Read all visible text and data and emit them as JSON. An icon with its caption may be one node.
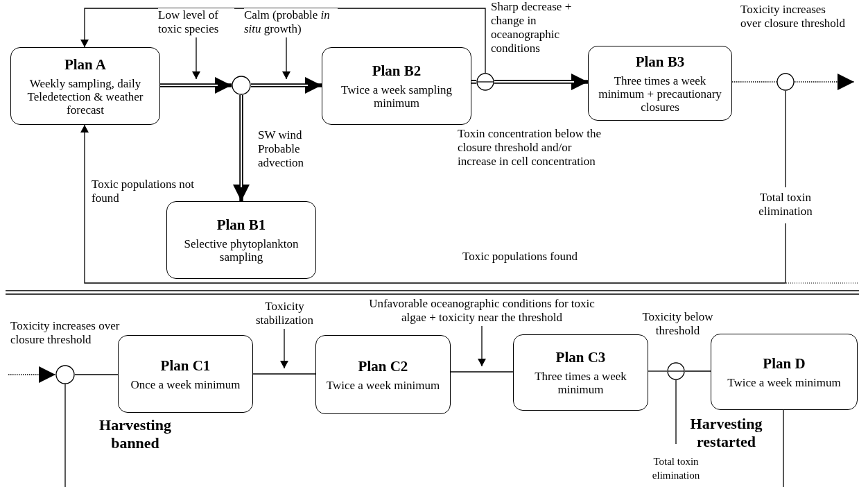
{
  "diagram": {
    "nodes": [
      {
        "text": [
          "Plan A",
          "Weekly sampling, daily Teledetection & weather forecast"
        ]
      },
      {
        "text": [],
        "shape": "circle"
      },
      {
        "text": [
          "Plan B2",
          "Twice a week sampling minimum"
        ]
      },
      {
        "text": [],
        "shape": "circle"
      },
      {
        "text": [
          "Plan B3",
          "Three times a week minimum + precautionary closures"
        ]
      },
      {
        "text": [],
        "shape": "circle"
      },
      {
        "text": [
          "Plan B1",
          "Selective phytoplankton sampling"
        ]
      },
      {
        "text": [
          "Low level of toxic species"
        ]
      },
      {
        "text": [
          "Calm (probable *in situ* growth)"
        ]
      },
      {
        "text": [],
        "shape": "circle"
      },
      {
        "text": [
          "Plan C1",
          "Once a week minimum"
        ]
      },
      {
        "text": [
          "Plan C2",
          "Twice a week minimum"
        ]
      },
      {
        "text": [
          "Plan C3",
          "Three times a week minimum"
        ]
      },
      {
        "text": [],
        "shape": "circle"
      },
      {
        "text": [
          "Plan D",
          "Twice a week minimum"
        ]
      },
      {
        "text": [
          "Toxicity stabilization"
        ]
      },
      {
        "text": [
          "Unfavorable oceanographic conditions for toxic algae + toxicity near the threshold"
        ]
      }
    ],
    "edges": [
      {
        "from": 0,
        "to": 1,
        "arrow": "to",
        "style": "thick"
      },
      {
        "from": 1,
        "to": 2,
        "arrow": "to",
        "style": "thick"
      },
      {
        "from": 1,
        "to": 6,
        "arrow": "to",
        "style": "thick",
        "label": "SW wind Probable advection"
      },
      {
        "from": 2,
        "to": 3,
        "arrow": "none",
        "style": "thick"
      },
      {
        "from": 3,
        "to": 4,
        "arrow": "to",
        "style": "thick",
        "label": "Toxin concentration below the closure threshold and/or increase in cell concentration"
      },
      {
        "from": 3,
        "to": 0,
        "arrow": "to",
        "label": "Sharp decrease + change in oceanographic conditions"
      },
      {
        "from": 4,
        "to": 5,
        "arrow": "none",
        "style": "dashed"
      },
      {
        "from": 5,
        "to": null,
        "arrow": "to",
        "style": "dashed"
      },
      {
        "from": 5,
        "to": 0,
        "arrow": "to",
        "label": "Total toxin elimination"
      },
      {
        "from": 7,
        "to": null,
        "arrow": "to"
      },
      {
        "from": 8,
        "to": null,
        "arrow": "to"
      },
      {
        "from": null,
        "to": 9,
        "arrow": "to",
        "style": "dashed"
      },
      {
        "from": 9,
        "to": 10,
        "arrow": "none"
      },
      {
        "from": 10,
        "to": 11,
        "arrow": "none"
      },
      {
        "from": 11,
        "to": 12,
        "arrow": "none"
      },
      {
        "from": 12,
        "to": 13,
        "arrow": "none"
      },
      {
        "from": 13,
        "to": 14,
        "arrow": "none"
      },
      {
        "from": 9,
        "to": null,
        "arrow": "none"
      },
      {
        "from": 13,
        "to": null,
        "arrow": "none"
      },
      {
        "from": 14,
        "to": null,
        "arrow": "none"
      },
      {
        "from": 15,
        "to": null,
        "arrow": "to"
      },
      {
        "from": 16,
        "to": null,
        "arrow": "to"
      }
    ],
    "labels": [
      "Toxicity increases over closure threshold",
      "Toxic populations not found",
      "Toxic populations found",
      "Toxicity increases over closure threshold",
      "Toxicity below threshold",
      "Harvesting banned",
      "Harvesting restarted",
      "Total toxin elimination"
    ]
  }
}
